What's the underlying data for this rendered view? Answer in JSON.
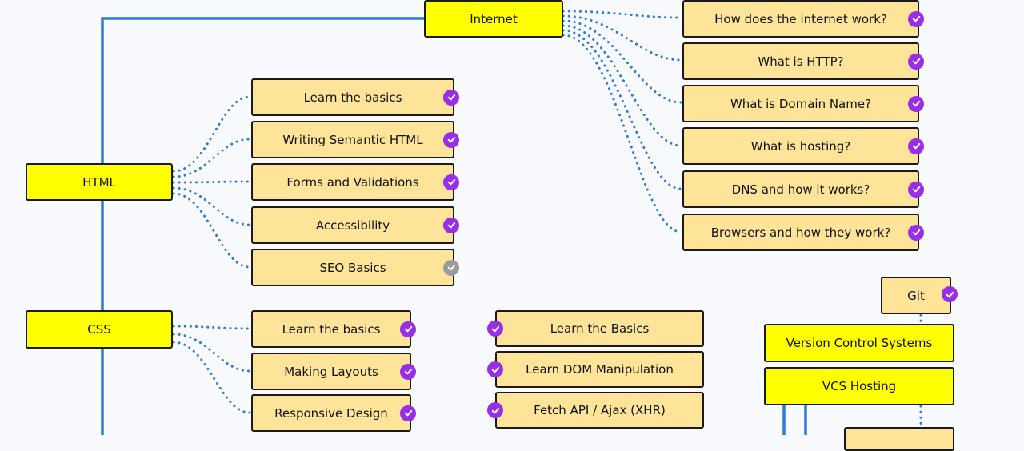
{
  "colors": {
    "topic_fill": "#ffff00",
    "subtopic_fill": "#fde498",
    "main_line": "#2b7bd8",
    "dotted_line": "#2b7bd8",
    "check_done": "#9a2ee8",
    "check_pending": "#9b9b9b"
  },
  "topics": {
    "internet": "Internet",
    "html": "HTML",
    "css": "CSS",
    "git": "Git",
    "vcs": "Version Control Systems",
    "vcs_hosting": "VCS Hosting"
  },
  "internet_items": [
    {
      "label": "How does the internet work?",
      "status": "done"
    },
    {
      "label": "What is HTTP?",
      "status": "done"
    },
    {
      "label": "What is Domain Name?",
      "status": "done"
    },
    {
      "label": "What is hosting?",
      "status": "done"
    },
    {
      "label": "DNS and how it works?",
      "status": "done"
    },
    {
      "label": "Browsers and how they work?",
      "status": "done"
    }
  ],
  "html_items": [
    {
      "label": "Learn the basics",
      "status": "done"
    },
    {
      "label": "Writing Semantic HTML",
      "status": "done"
    },
    {
      "label": "Forms and Validations",
      "status": "done"
    },
    {
      "label": "Accessibility",
      "status": "done"
    },
    {
      "label": "SEO Basics",
      "status": "pending"
    }
  ],
  "css_items": [
    {
      "label": "Learn the basics",
      "status": "done"
    },
    {
      "label": "Making Layouts",
      "status": "done"
    },
    {
      "label": "Responsive Design",
      "status": "done"
    }
  ],
  "js_items": [
    {
      "label": "Learn the Basics",
      "status": "done"
    },
    {
      "label": "Learn DOM Manipulation",
      "status": "done"
    },
    {
      "label": "Fetch API / Ajax (XHR)",
      "status": "done"
    }
  ],
  "git_status": "done",
  "icons": {
    "done": "check-circle-icon",
    "pending": "check-circle-icon"
  }
}
